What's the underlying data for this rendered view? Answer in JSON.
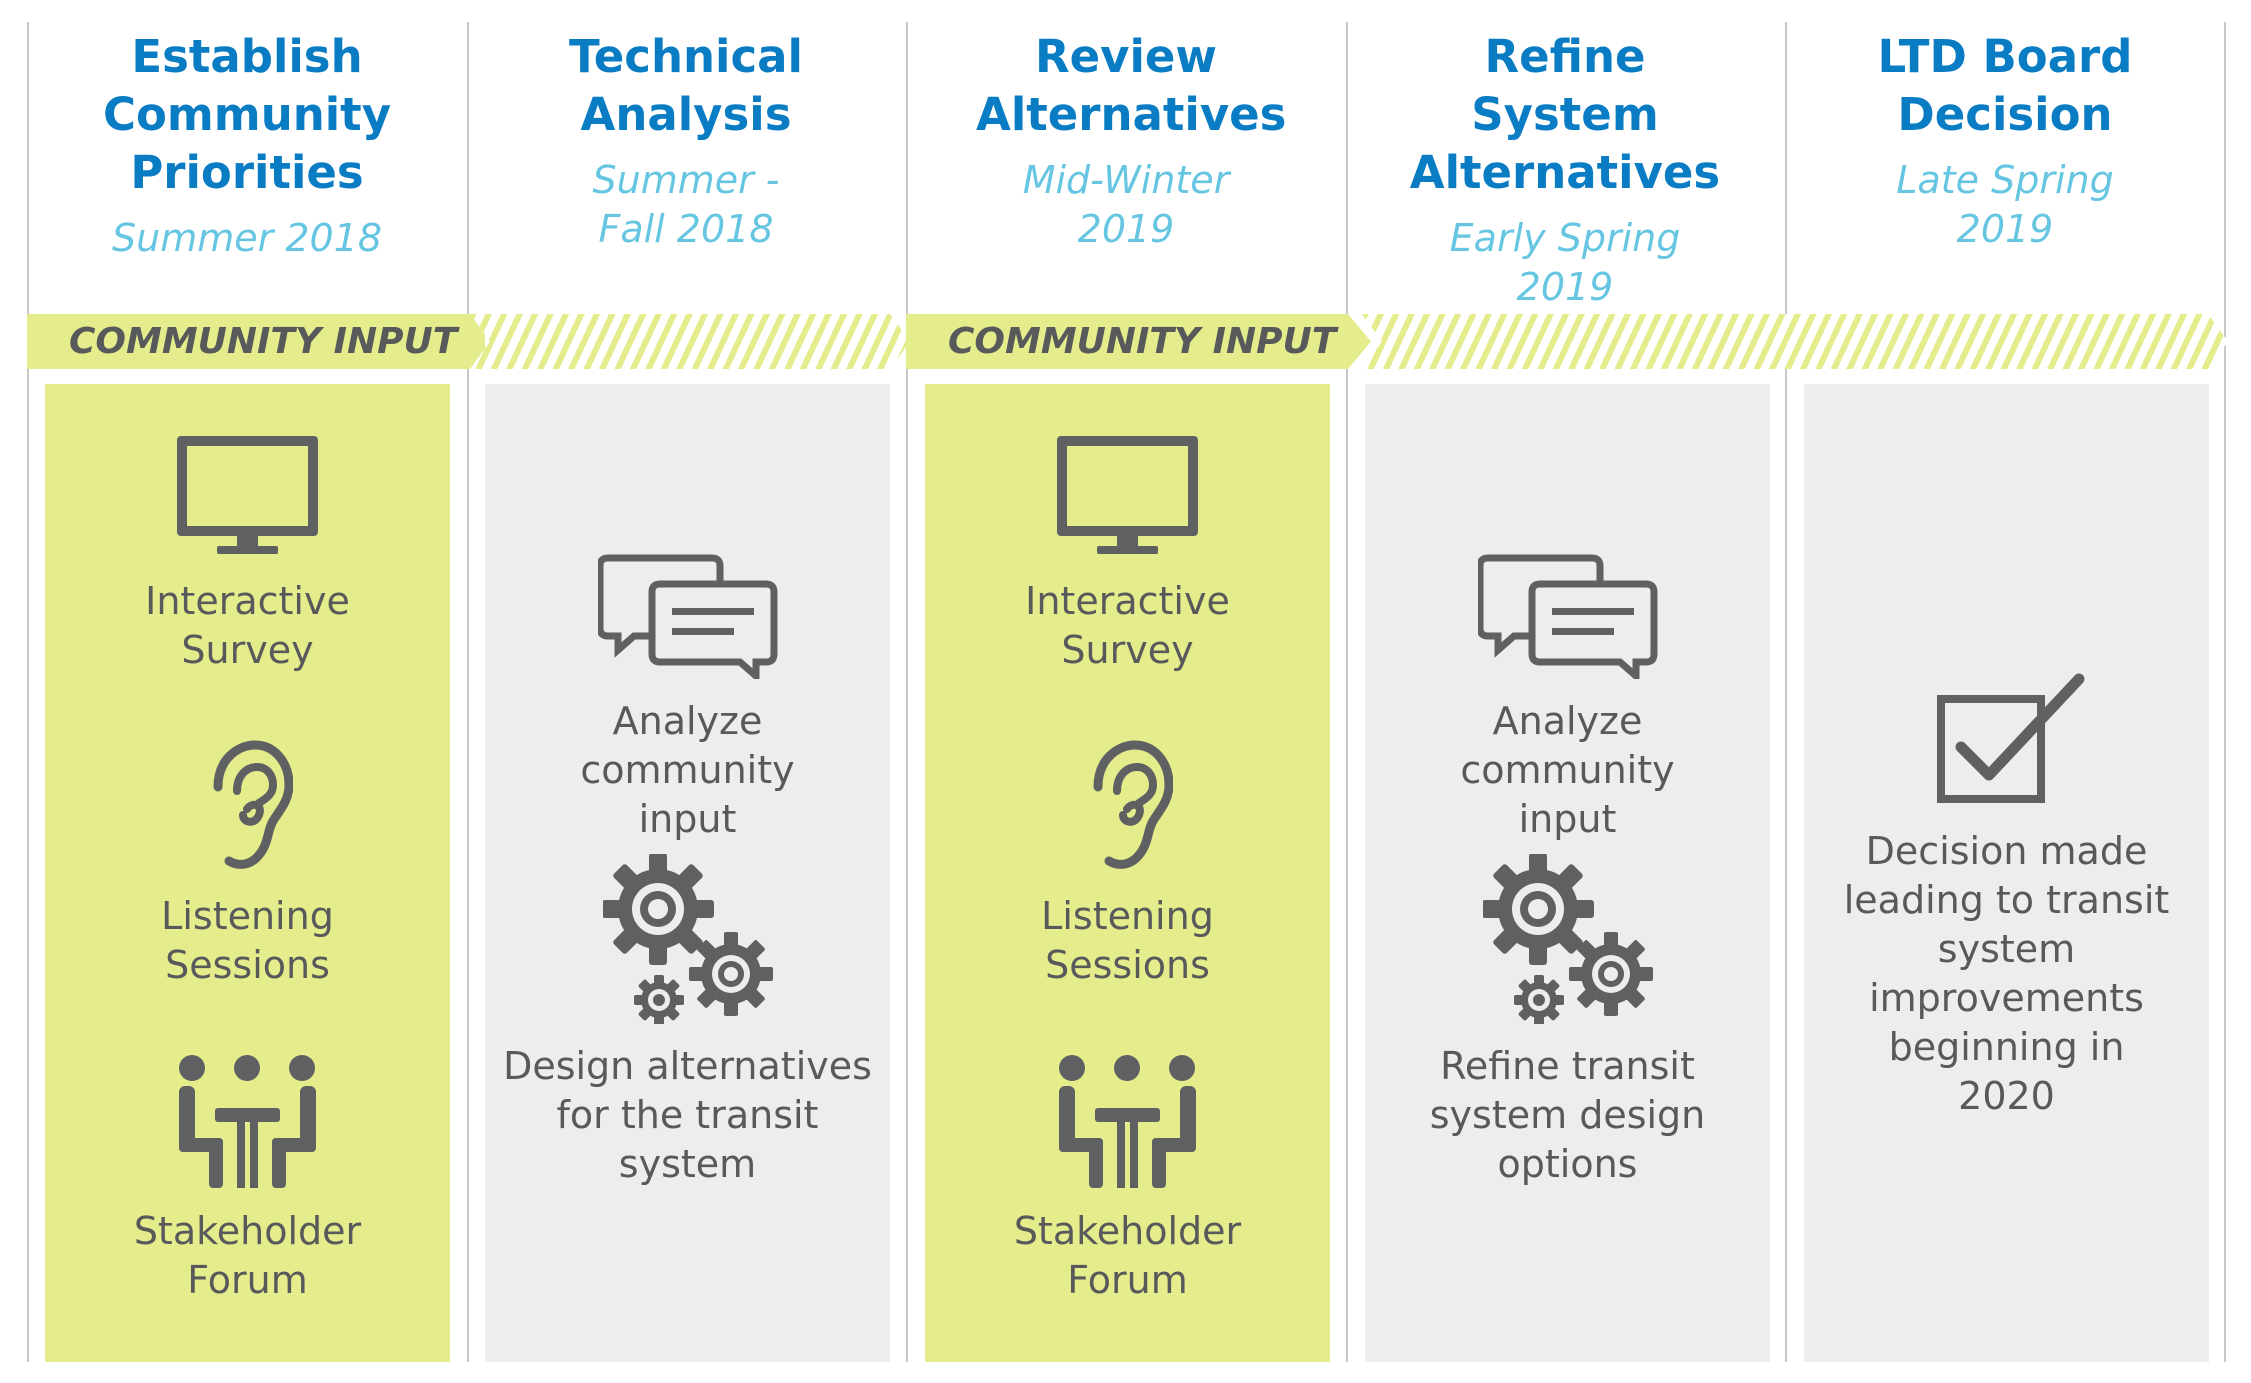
{
  "colors": {
    "title": "#0a7cc4",
    "date": "#66c6e2",
    "accent": "#e5ec8c",
    "panel_gray": "#ededed",
    "icon": "#5f6062",
    "text": "#58595b"
  },
  "columns": [
    {
      "title": "Establish Community Priorities",
      "date": "Summer 2018"
    },
    {
      "title": "Technical Analysis",
      "date": "Summer - Fall 2018"
    },
    {
      "title": "Review Alternatives",
      "date": "Mid-Winter 2019"
    },
    {
      "title": "Refine System Alternatives",
      "date": "Early Spring 2019"
    },
    {
      "title": "LTD Board Decision",
      "date": "Late Spring 2019"
    }
  ],
  "banners": [
    {
      "label": "COMMUNITY INPUT"
    },
    {
      "label": "COMMUNITY INPUT"
    }
  ],
  "panels": [
    {
      "items": [
        {
          "icon": "monitor-icon",
          "label": "Interactive Survey"
        },
        {
          "icon": "ear-icon",
          "label": "Listening Sessions"
        },
        {
          "icon": "meeting-icon",
          "label": "Stakeholder Forum"
        }
      ]
    },
    {
      "items": [
        {
          "icon": "chat-bubbles-icon",
          "label": "Analyze community input"
        },
        {
          "icon": "gears-icon",
          "label": "Design alternatives for the transit system"
        }
      ]
    },
    {
      "items": [
        {
          "icon": "monitor-icon",
          "label": "Interactive Survey"
        },
        {
          "icon": "ear-icon",
          "label": "Listening Sessions"
        },
        {
          "icon": "meeting-icon",
          "label": "Stakeholder Forum"
        }
      ]
    },
    {
      "items": [
        {
          "icon": "chat-bubbles-icon",
          "label": "Analyze community input"
        },
        {
          "icon": "gears-icon",
          "label": "Refine transit system design options"
        }
      ]
    },
    {
      "items": [
        {
          "icon": "checkbox-icon",
          "label": "Decision made leading to transit system improvements beginning in 2020"
        }
      ]
    }
  ]
}
